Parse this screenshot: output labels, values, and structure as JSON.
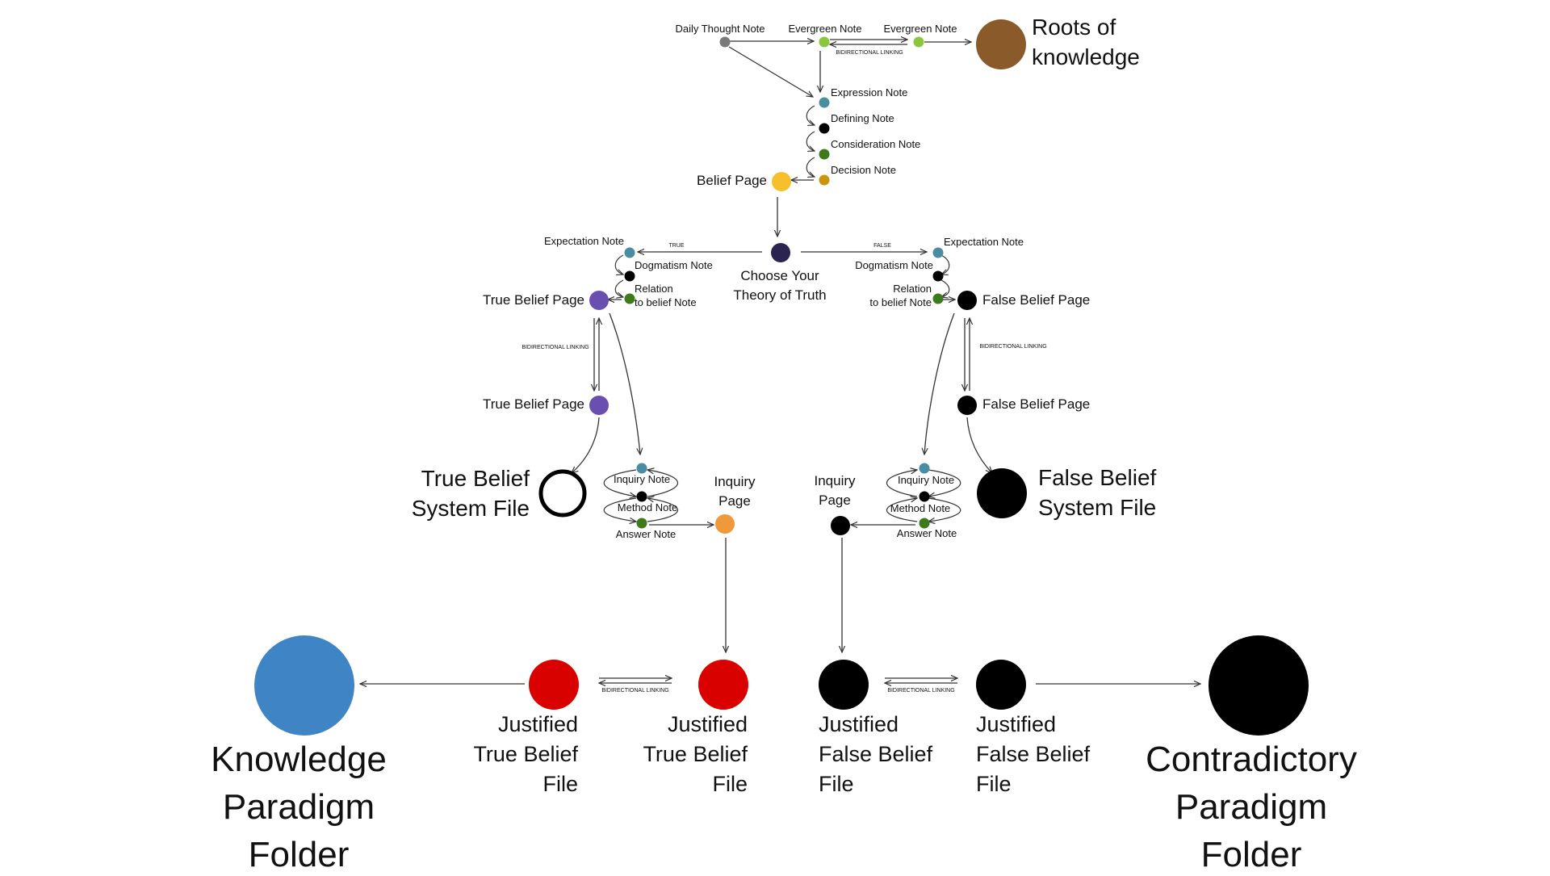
{
  "colors": {
    "grey": "#7a7a7a",
    "light_green": "#8cc63f",
    "teal": "#4a8ca0",
    "black": "#000000",
    "dark_green": "#3d7a1c",
    "gold": "#c8960c",
    "yellow": "#f5c02b",
    "brown": "#8b5a2b",
    "navy": "#2c2450",
    "purple": "#6b4fb0",
    "orange": "#f0993a",
    "red": "#d90000",
    "blue": "#3f85c6",
    "edge": "#333333"
  },
  "nodes": {
    "daily_thought": {
      "label": "Daily Thought Note",
      "color": "grey",
      "shape": "dot"
    },
    "evergreen_1": {
      "label": "Evergreen Note",
      "color": "light_green",
      "shape": "dot"
    },
    "evergreen_2": {
      "label": "Evergreen Note",
      "color": "light_green",
      "shape": "dot"
    },
    "roots": {
      "label": "Roots of knowledge",
      "color": "brown",
      "shape": "dot"
    },
    "expression": {
      "label": "Expression Note",
      "color": "teal",
      "shape": "dot"
    },
    "defining": {
      "label": "Defining Note",
      "color": "black",
      "shape": "dot"
    },
    "consideration": {
      "label": "Consideration Note",
      "color": "dark_green",
      "shape": "dot"
    },
    "decision": {
      "label": "Decision Note",
      "color": "gold",
      "shape": "dot"
    },
    "belief_page": {
      "label": "Belief Page",
      "color": "yellow",
      "shape": "dot"
    },
    "theory": {
      "label": "Choose Your Theory of Truth",
      "color": "navy",
      "shape": "dot"
    },
    "expectation_true": {
      "label": "Expectation Note",
      "color": "teal",
      "shape": "dot"
    },
    "dogmatism_true": {
      "label": "Dogmatism Note",
      "color": "black",
      "shape": "dot"
    },
    "relation_true": {
      "label": "Relation to belief Note",
      "color": "dark_green",
      "shape": "dot"
    },
    "true_belief_page_1": {
      "label": "True Belief Page",
      "color": "purple",
      "shape": "dot"
    },
    "true_belief_page_2": {
      "label": "True Belief Page",
      "color": "purple",
      "shape": "dot"
    },
    "true_belief_system": {
      "label": "True Belief System File",
      "color": "black",
      "shape": "ring"
    },
    "inquiry_true": {
      "label": "Inquiry Note",
      "color": "teal",
      "shape": "dot"
    },
    "method_true": {
      "label": "Method Note",
      "color": "black",
      "shape": "dot"
    },
    "answer_true": {
      "label": "Answer Note",
      "color": "dark_green",
      "shape": "dot"
    },
    "inquiry_page_true": {
      "label": "Inquiry Page",
      "color": "orange",
      "shape": "dot"
    },
    "expectation_false": {
      "label": "Expectation Note",
      "color": "teal",
      "shape": "dot"
    },
    "dogmatism_false": {
      "label": "Dogmatism Note",
      "color": "black",
      "shape": "dot"
    },
    "relation_false": {
      "label": "Relation to belief Note",
      "color": "dark_green",
      "shape": "dot"
    },
    "false_belief_page_1": {
      "label": "False Belief Page",
      "color": "black",
      "shape": "dot"
    },
    "false_belief_page_2": {
      "label": "False Belief Page",
      "color": "black",
      "shape": "dot"
    },
    "false_belief_system": {
      "label": "False Belief System File",
      "color": "black",
      "shape": "dot"
    },
    "inquiry_false": {
      "label": "Inquiry Note",
      "color": "teal",
      "shape": "dot"
    },
    "method_false": {
      "label": "Method Note",
      "color": "black",
      "shape": "dot"
    },
    "answer_false": {
      "label": "Answer Note",
      "color": "dark_green",
      "shape": "dot"
    },
    "inquiry_page_false": {
      "label": "Inquiry Page",
      "color": "black",
      "shape": "dot"
    },
    "jtb_1": {
      "label": "Justified True Belief File",
      "color": "red",
      "shape": "dot"
    },
    "jtb_2": {
      "label": "Justified True Belief File",
      "color": "red",
      "shape": "dot"
    },
    "jfb_1": {
      "label": "Justified False Belief File",
      "color": "black",
      "shape": "dot"
    },
    "jfb_2": {
      "label": "Justified False Belief File",
      "color": "black",
      "shape": "dot"
    },
    "knowledge_folder": {
      "label": "Knowledge Paradigm Folder",
      "color": "blue",
      "shape": "dot"
    },
    "contradictory_folder": {
      "label": "Contradictory Paradigm Folder",
      "color": "black",
      "shape": "dot"
    }
  },
  "edge_labels": {
    "bidirectional_top": "BIDIRECTIONAL LINKING",
    "true_branch": "TRUE",
    "false_branch": "FALSE",
    "bidirectional_true": "BIDIRECTIONAL LINKING",
    "bidirectional_false": "BIDIRECTIONAL LINKING",
    "bidirectional_jtb": "BIDIRECTIONAL LINKING",
    "bidirectional_jfb": "BIDIRECTIONAL LINKING"
  }
}
